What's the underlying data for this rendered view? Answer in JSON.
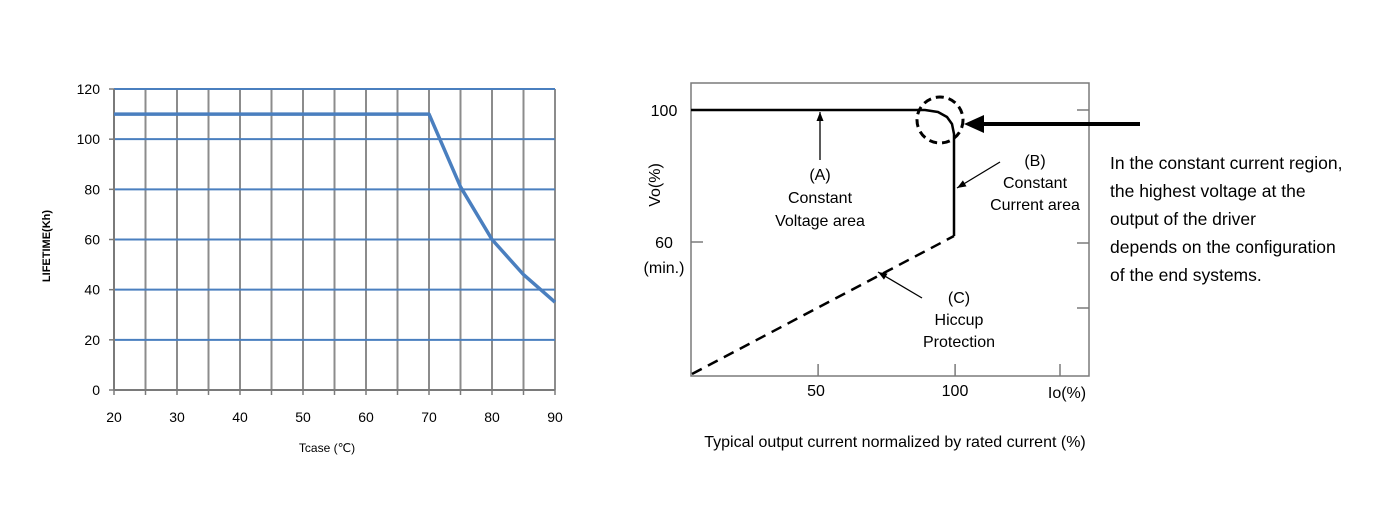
{
  "chart_data": [
    {
      "type": "line",
      "title": "",
      "xlabel": "Tcase (℃)",
      "ylabel": "LIFETIME(Kh)",
      "xlim": [
        20,
        90
      ],
      "ylim": [
        0,
        120
      ],
      "x_ticks": [
        20,
        30,
        40,
        50,
        60,
        70,
        80,
        90
      ],
      "y_ticks": [
        0,
        20,
        40,
        60,
        80,
        100,
        120
      ],
      "x_minor_step": 5,
      "grid": true,
      "colors": {
        "line": "#4a7fbf",
        "hgrid": "#4a7fbf",
        "vgrid": "#8c8c8c",
        "axis": "#7a7a7a"
      },
      "series": [
        {
          "x": [
            20,
            70,
            75,
            80,
            85,
            90
          ],
          "y": [
            110,
            110,
            81,
            60,
            46,
            35
          ]
        }
      ]
    },
    {
      "type": "line",
      "title": "",
      "xlabel": "Io(%)",
      "ylabel": "Vo(%)",
      "caption": "Typical output current normalized by rated current (%)",
      "x_ticks": [
        "50",
        "100"
      ],
      "y_ticks": [
        "100",
        "60"
      ],
      "y_tick_extra": "(min.)",
      "colors": {
        "line": "#000000",
        "frame": "#7a7a7a"
      },
      "series": [
        {
          "style": "solid",
          "x": [
            0,
            88,
            95,
            95
          ],
          "y": [
            100,
            100,
            94,
            60
          ]
        },
        {
          "style": "dashed",
          "x": [
            0,
            95
          ],
          "y": [
            0,
            60
          ]
        }
      ],
      "annotations": [
        {
          "id": "A",
          "lines": [
            "(A)",
            "Constant",
            "Voltage area"
          ]
        },
        {
          "id": "B",
          "lines": [
            "(B)",
            "Constant",
            "Current area"
          ]
        },
        {
          "id": "C",
          "lines": [
            "(C)",
            "Hiccup",
            "Protection"
          ]
        }
      ],
      "note": [
        "In the constant current region,",
        "the highest voltage at the",
        "output of the driver",
        "depends on the configuration",
        "of the end systems."
      ]
    }
  ]
}
